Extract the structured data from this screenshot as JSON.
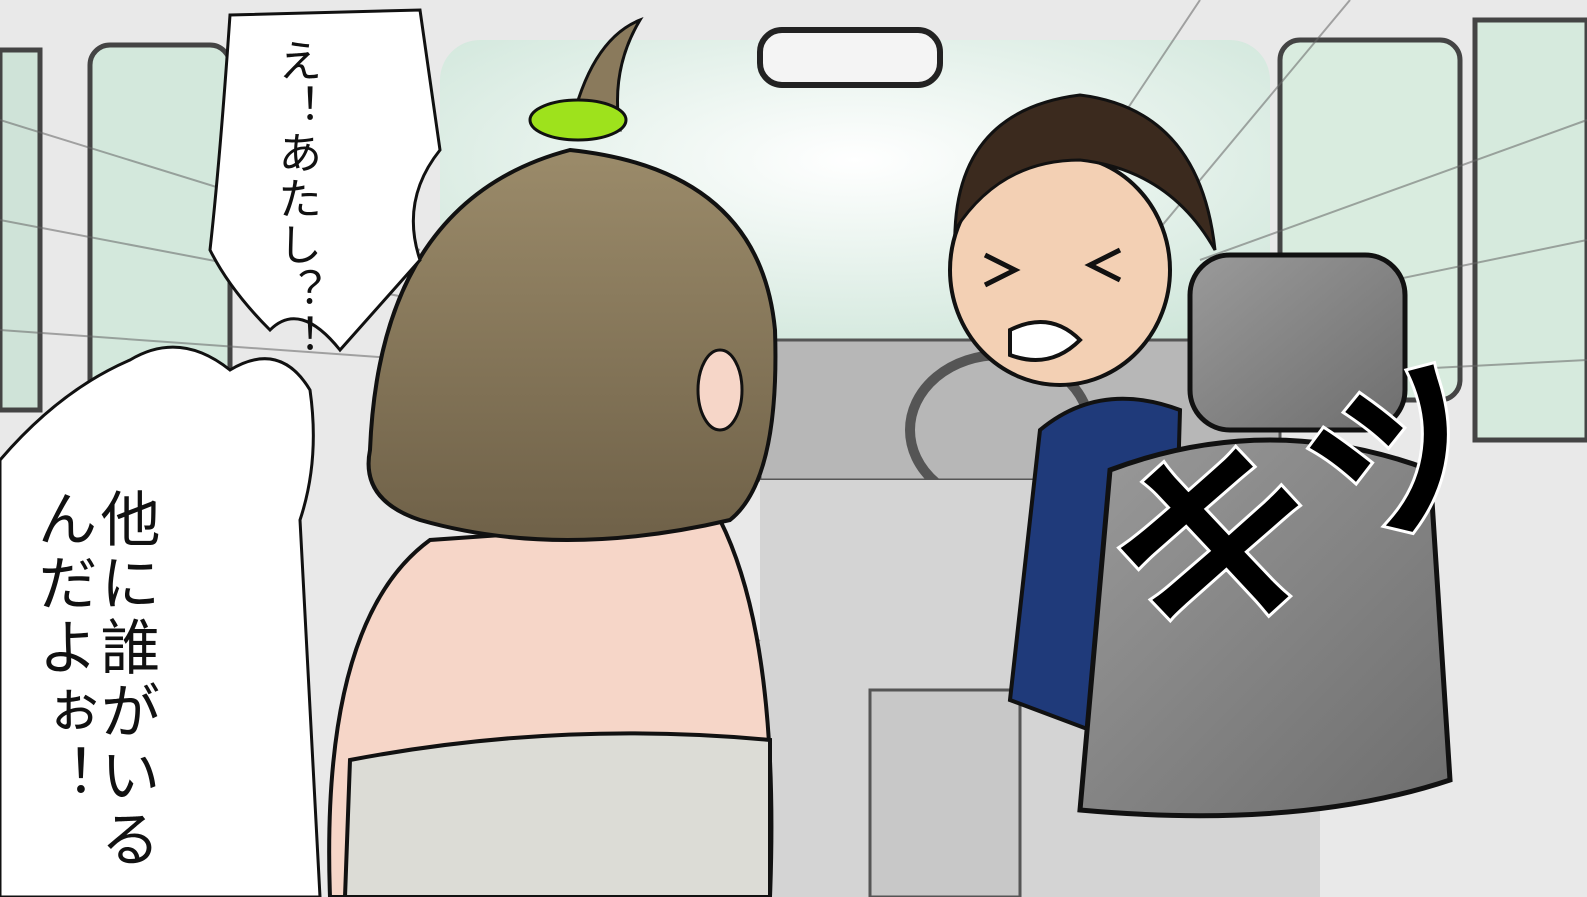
{
  "dialogue": {
    "bubble1": "え！あたし？！",
    "bubble2": "他に誰がいるんだよぉ！"
  },
  "sound_effect": "キッ",
  "colors": {
    "hair_woman": "#8a7a5c",
    "scrunchie": "#9ee21c",
    "shirt_man": "#1f3a7a",
    "seat": "#7c7c7c",
    "skin": "#f6d6c8",
    "window_tint": "#dceee4"
  }
}
